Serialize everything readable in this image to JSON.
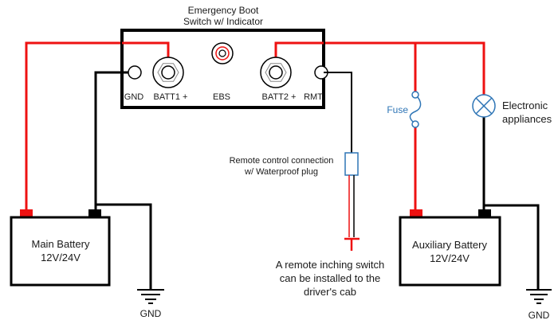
{
  "title": {
    "line1": "Emergency Boot",
    "line2": "Switch w/ Indicator"
  },
  "switch_terminals": {
    "gnd": "GND",
    "batt1": "BATT1 +",
    "ebs": "EBS",
    "batt2": "BATT2 +",
    "rmt": "RMT"
  },
  "main_battery": {
    "name": "Main Battery",
    "voltage": "12V/24V"
  },
  "aux_battery": {
    "name": "Auxiliary Battery",
    "voltage": "12V/24V"
  },
  "ground_left": "GND",
  "ground_right": "GND",
  "fuse_label": "Fuse",
  "appliance": {
    "line1": "Electronic",
    "line2": "appliances"
  },
  "remote_connection": {
    "line1": "Remote control connection",
    "line2": "w/ Waterproof plug"
  },
  "remote_switch_note": {
    "line1": "A remote inching switch",
    "line2": "can be installed to the",
    "line3": "driver's cab"
  },
  "colors": {
    "positive_wire": "#ee1111",
    "ground_wire": "#000000",
    "component_blue": "#2e75b6"
  }
}
